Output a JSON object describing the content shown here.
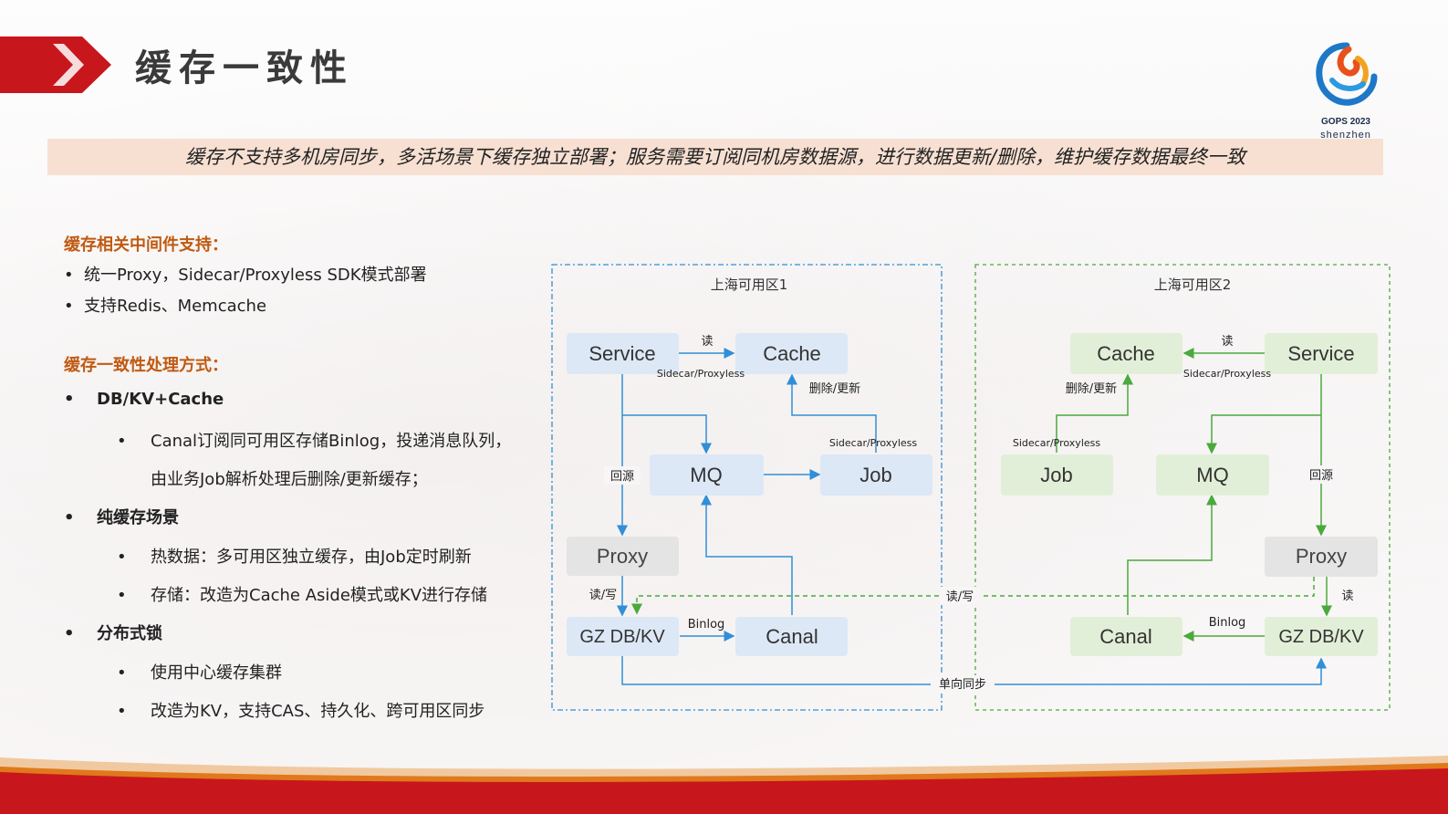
{
  "page": {
    "title": "缓存一致性"
  },
  "logo": {
    "name": "GOPS 2023",
    "city": "shenzhen"
  },
  "banner": {
    "text": "缓存不支持多机房同步，多活场景下缓存独立部署；服务需要订阅同机房数据源，进行数据更新/删除，维护缓存数据最终一致"
  },
  "left": {
    "section1_title": "缓存相关中间件支持：",
    "section1_items": [
      "统一Proxy，Sidecar/Proxyless SDK模式部署",
      "支持Redis、Memcache"
    ],
    "section2_title": "缓存一致性处理方式：",
    "dbkv_title": "DB/KV+Cache",
    "dbkv_line1": "Canal订阅同可用区存储Binlog，投递消息队列，",
    "dbkv_line2": "由业务Job解析处理后删除/更新缓存；",
    "pure_title": "纯缓存场景",
    "pure_items": [
      "热数据：多可用区独立缓存，由Job定时刷新",
      "存储：改造为Cache Aside模式或KV进行存储"
    ],
    "lock_title": "分布式锁",
    "lock_items": [
      "使用中心缓存集群",
      "改造为KV，支持CAS、持久化、跨可用区同步"
    ]
  },
  "diagram": {
    "zone1": {
      "title": "上海可用区1",
      "service": "Service",
      "cache": "Cache",
      "mq": "MQ",
      "job": "Job",
      "proxy": "Proxy",
      "db": "GZ DB/KV",
      "canal": "Canal",
      "lbl_read": "读",
      "lbl_sidecar_top": "Sidecar/Proxyless",
      "lbl_delete": "删除/更新",
      "lbl_sidecar_job": "Sidecar/Proxyless",
      "lbl_origin": "回源",
      "lbl_rw": "读/写",
      "lbl_binlog": "Binlog"
    },
    "zone2": {
      "title": "上海可用区2",
      "service": "Service",
      "cache": "Cache",
      "mq": "MQ",
      "job": "Job",
      "proxy": "Proxy",
      "db": "GZ DB/KV",
      "canal": "Canal",
      "lbl_read": "读",
      "lbl_sidecar_top": "Sidecar/Proxyless",
      "lbl_delete": "删除/更新",
      "lbl_sidecar_job": "Sidecar/Proxyless",
      "lbl_origin": "回源",
      "lbl_rw": "读",
      "lbl_binlog": "Binlog"
    },
    "cross_rw": "读/写",
    "one_way_sync": "单向同步",
    "colors": {
      "zone1_node": "#dde8f6",
      "zone1_line": "#2f8fd8",
      "zone2_node": "#e2efd8",
      "zone2_line": "#4aaa3c",
      "proxy_node": "#e4e4e4"
    }
  }
}
